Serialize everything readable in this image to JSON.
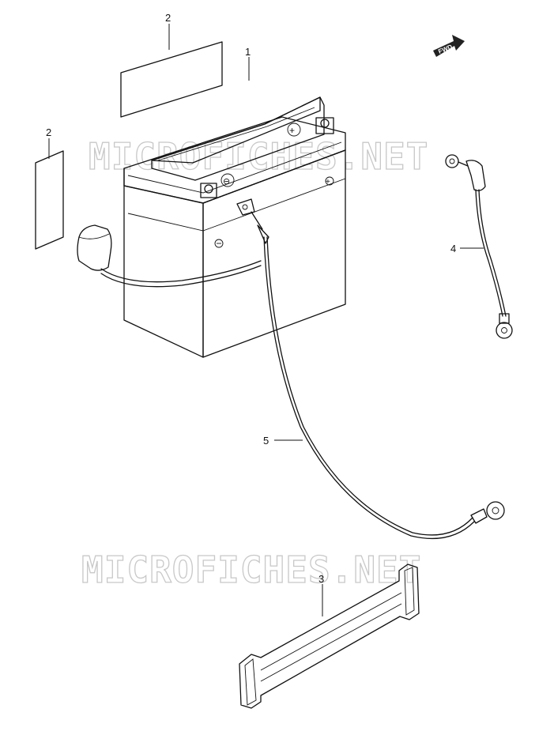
{
  "watermark": {
    "top": "MICROFICHES.NET",
    "bottom": "MICROFICHES.NET"
  },
  "direction_badge": "FWD",
  "callouts": {
    "battery": "1",
    "label_top": "2",
    "label_side": "2",
    "band": "3",
    "lead_wire": "4",
    "cable": "5"
  },
  "battery_terminal_symbols": {
    "positive": "+",
    "negative": "⊖"
  }
}
